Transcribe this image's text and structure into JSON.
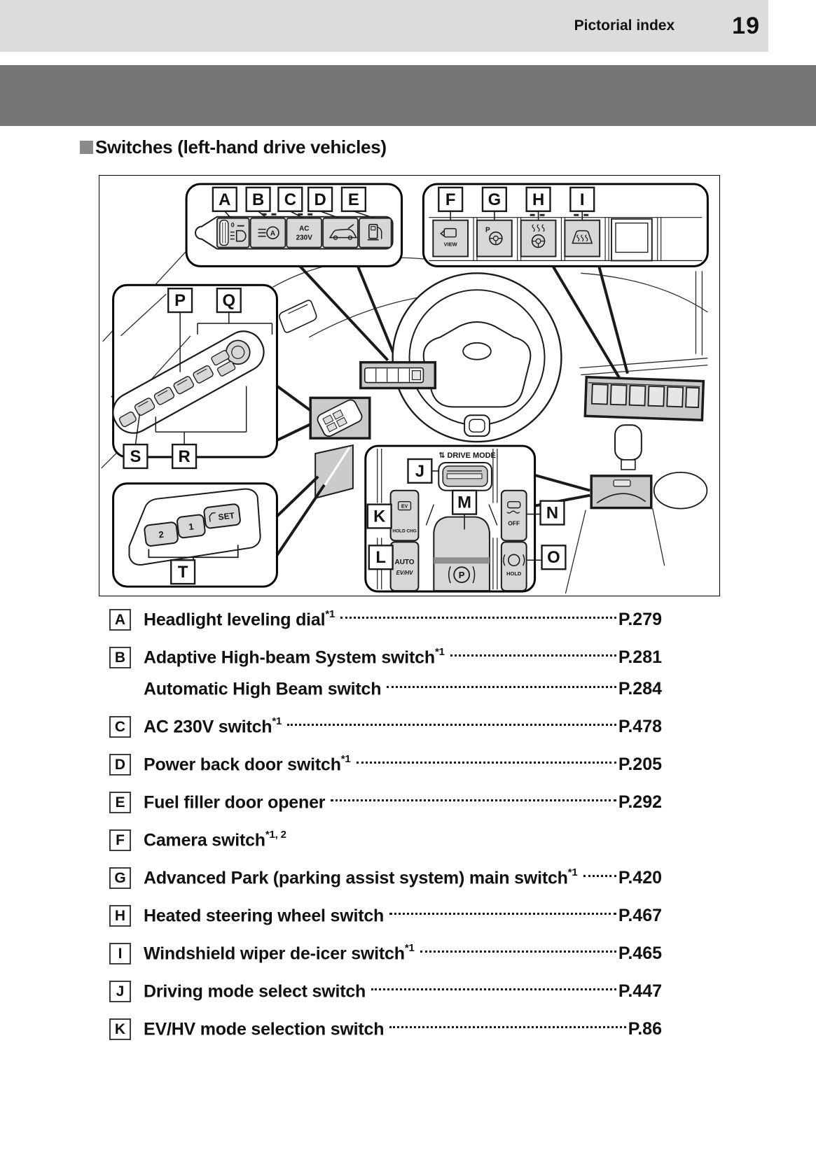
{
  "header": {
    "section_label": "Pictorial index",
    "page_number": "19"
  },
  "heading": {
    "title": "Switches (left-hand drive vehicles)"
  },
  "diagram": {
    "letters": {
      "a": "A",
      "b": "B",
      "c": "C",
      "d": "D",
      "e": "E",
      "f": "F",
      "g": "G",
      "h": "H",
      "i": "I",
      "j": "J",
      "k": "K",
      "l": "L",
      "m": "M",
      "n": "N",
      "o": "O",
      "p": "P",
      "q": "Q",
      "r": "R",
      "s": "S",
      "t": "T"
    },
    "labels": {
      "dial_zero": "0",
      "ac": "AC",
      "ac_v": "230V",
      "beam_a": "A",
      "view": "VIEW",
      "park_p": "P",
      "drive_mode_arrow": "⇅",
      "drive_mode": "DRIVE MODE",
      "ev": "EV",
      "hold_chg": "HOLD CHG",
      "auto": "AUTO",
      "ev_hv": "EV/HV",
      "brake_p": "P",
      "off": "OFF",
      "hold": "HOLD",
      "seat_btn_2": "2",
      "seat_btn_1": "1",
      "seat_btn_set": "SET"
    }
  },
  "index": {
    "rows": [
      {
        "letter": "A",
        "label": "Headlight leveling dial",
        "sup": "*1",
        "page": "P.279"
      },
      {
        "letter": "B",
        "label": "Adaptive High-beam System switch",
        "sup": "*1",
        "page": "P.281"
      },
      {
        "letter": "",
        "label": "Automatic High Beam switch ",
        "sup": "",
        "page": "P.284"
      },
      {
        "letter": "C",
        "label": "AC 230V switch",
        "sup": "*1",
        "page": "P.478"
      },
      {
        "letter": "D",
        "label": "Power back door switch",
        "sup": "*1",
        "page": "P.205"
      },
      {
        "letter": "E",
        "label": "Fuel filler door opener",
        "sup": "",
        "page": "P.292"
      },
      {
        "letter": "F",
        "label": "Camera switch",
        "sup": "*1, 2",
        "page": ""
      },
      {
        "letter": "G",
        "label": "Advanced Park (parking assist system) main switch",
        "sup": "*1",
        "page": "P.420"
      },
      {
        "letter": "H",
        "label": "Heated steering wheel switch",
        "sup": "",
        "page": "P.467"
      },
      {
        "letter": "I",
        "label": "Windshield wiper de-icer switch",
        "sup": "*1",
        "page": "P.465"
      },
      {
        "letter": "J",
        "label": "Driving mode select switch",
        "sup": "",
        "page": "P.447"
      },
      {
        "letter": "K",
        "label": "EV/HV mode selection switch",
        "sup": "",
        "page": "P.86"
      }
    ]
  },
  "colors": {
    "header_band": "#dcdcdc",
    "dark_band": "#757575",
    "bullet": "#8a8a8a",
    "switch": "#d7d7d7",
    "highlight": "#c9c9c9"
  }
}
